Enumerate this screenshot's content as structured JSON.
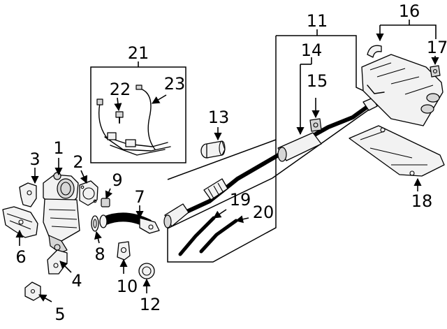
{
  "callouts": {
    "c1": "1",
    "c2": "2",
    "c3": "3",
    "c4": "4",
    "c5": "5",
    "c6": "6",
    "c7": "7",
    "c8": "8",
    "c9": "9",
    "c10": "10",
    "c11": "11",
    "c12": "12",
    "c13": "13",
    "c14": "14",
    "c15": "15",
    "c16": "16",
    "c17": "17",
    "c18": "18",
    "c19": "19",
    "c20": "20",
    "c21": "21",
    "c22": "22",
    "c23": "23"
  },
  "colors": {
    "ink": "#000000",
    "part_fill": "#f2f2f2",
    "part_shade": "#d6d6d6",
    "background": "#ffffff"
  }
}
